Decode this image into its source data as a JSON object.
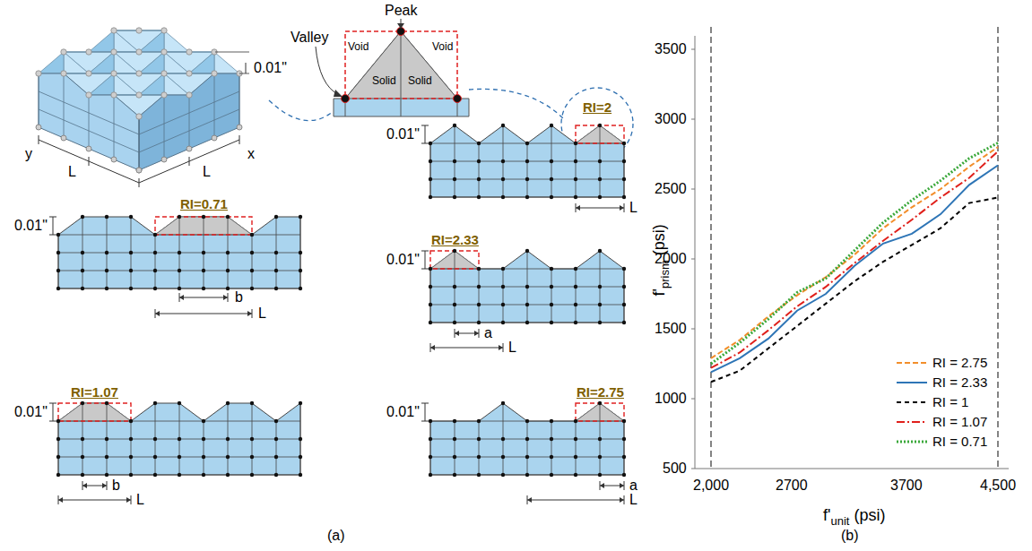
{
  "diagram": {
    "labels": [
      "Peak",
      "Valley",
      "Void",
      "Solid",
      "Solid",
      "Void",
      "0.01\"",
      "y",
      "x",
      "L",
      "L",
      "RI=2",
      "0.01\"",
      "L",
      "RI=0.71",
      "0.01\"",
      "b",
      "L",
      "RI=2.33",
      "0.01\"",
      "a",
      "L",
      "RI=1.07",
      "0.01\"",
      "b",
      "L",
      "RI=2.75",
      "0.01\"",
      "a",
      "L",
      "(a)",
      "3500",
      "3000",
      "2500",
      "2000",
      "1500",
      "1000",
      "500",
      "2,000",
      "2700",
      "3700",
      "4,500",
      "f'",
      "prism",
      "(psi)",
      "f'",
      "unit",
      "(psi)",
      "(b)"
    ],
    "legend": [
      {
        "text": "RI = 2.75"
      },
      {
        "text": "RI = 2.33"
      },
      {
        "text": "RI = 1"
      },
      {
        "text": "RI = 1.07"
      },
      {
        "text": "RI = 0.71"
      }
    ]
  }
}
